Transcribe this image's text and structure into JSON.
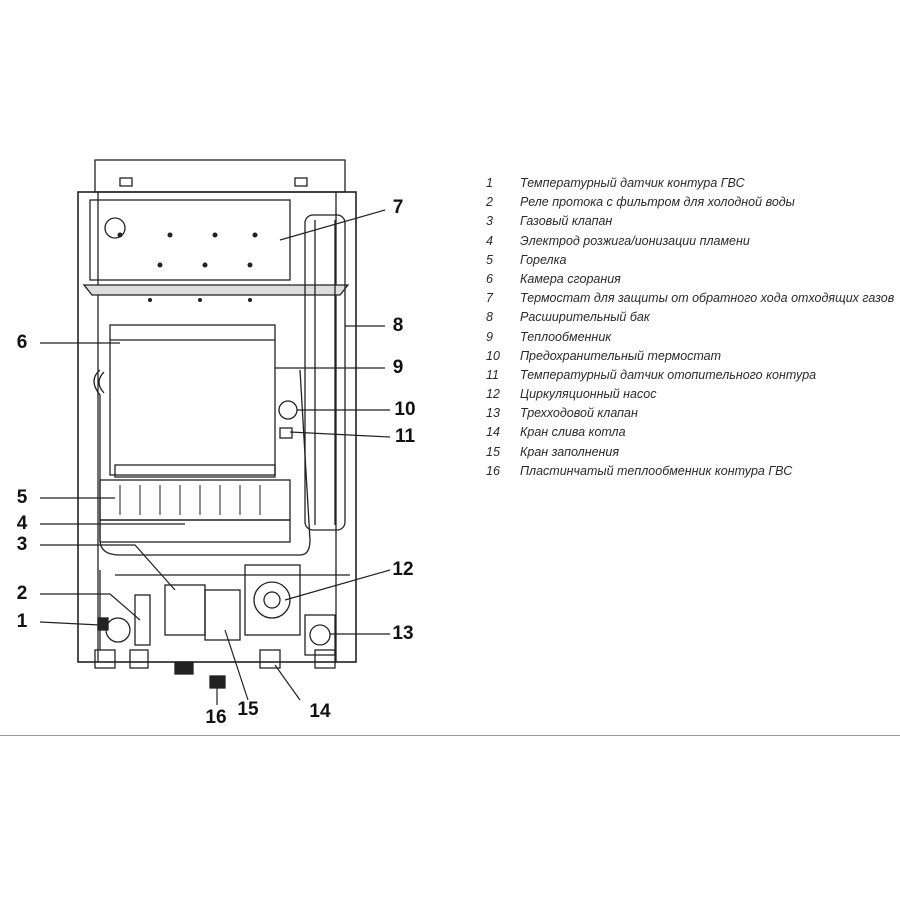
{
  "callouts": [
    "1",
    "2",
    "3",
    "4",
    "5",
    "6",
    "7",
    "8",
    "9",
    "10",
    "11",
    "12",
    "13",
    "14",
    "15",
    "16"
  ],
  "legend": [
    {
      "num": "1",
      "text": "Температурный датчик контура ГВС"
    },
    {
      "num": "2",
      "text": "Реле протока с фильтром для холодной воды"
    },
    {
      "num": "3",
      "text": "Газовый клапан"
    },
    {
      "num": "4",
      "text": "Электрод розжига/ионизации пламени"
    },
    {
      "num": "5",
      "text": "Горелка"
    },
    {
      "num": "6",
      "text": "Камера сгорания"
    },
    {
      "num": "7",
      "text": "Термостат для защиты от обратного хода отходящих газов"
    },
    {
      "num": "8",
      "text": "Расширительный бак"
    },
    {
      "num": "9",
      "text": "Теплообменник"
    },
    {
      "num": "10",
      "text": "Предохранительный термостат"
    },
    {
      "num": "11",
      "text": "Температурный датчик отопительного контура"
    },
    {
      "num": "12",
      "text": "Циркуляционный насос"
    },
    {
      "num": "13",
      "text": "Трехходовой клапан"
    },
    {
      "num": "14",
      "text": "Кран слива котла"
    },
    {
      "num": "15",
      "text": "Кран заполнения"
    },
    {
      "num": "16",
      "text": "Пластинчатый теплообменник контура ГВС"
    }
  ]
}
